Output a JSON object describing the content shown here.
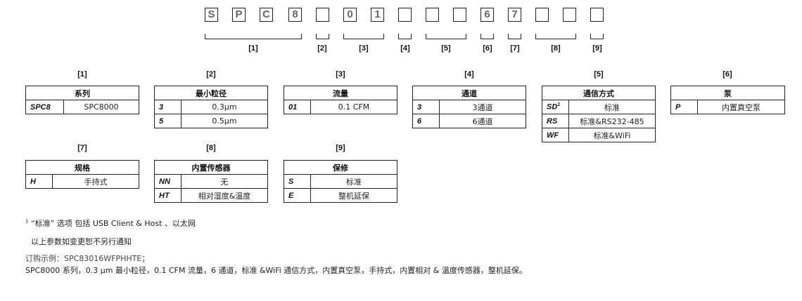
{
  "code_boxes": [
    "S",
    "P",
    "C",
    "8",
    "",
    "0",
    "1",
    "",
    "",
    "",
    "6",
    "7",
    "",
    "",
    ""
  ],
  "bracket_labels": [
    "[1]",
    "[2]",
    "[3]",
    "[4]",
    "[5]",
    "[6]",
    "[7]",
    "[8]",
    "[9]"
  ],
  "tables": [
    {
      "num": "[1]",
      "title": "系列",
      "rows": [
        {
          "code": "SPC8",
          "sup": "",
          "value": "SPC8000"
        }
      ]
    },
    {
      "num": "[2]",
      "title": "最小粒径",
      "rows": [
        {
          "code": "3",
          "sup": "",
          "value": "0.3μm"
        },
        {
          "code": "5",
          "sup": "",
          "value": "0.5μm"
        }
      ]
    },
    {
      "num": "[3]",
      "title": "流量",
      "rows": [
        {
          "code": "01",
          "sup": "",
          "value": "0.1 CFM"
        }
      ]
    },
    {
      "num": "[4]",
      "title": "通道",
      "rows": [
        {
          "code": "3",
          "sup": "",
          "value": "3通道"
        },
        {
          "code": "6",
          "sup": "",
          "value": "6通道"
        }
      ]
    },
    {
      "num": "[5]",
      "title": "通信方式",
      "rows": [
        {
          "code": "SD",
          "sup": "1",
          "value": "标准"
        },
        {
          "code": "RS",
          "sup": "",
          "value": "标准&RS232-485"
        },
        {
          "code": "WF",
          "sup": "",
          "value": "标准&WiFi"
        }
      ]
    },
    {
      "num": "[6]",
      "title": "泵",
      "rows": [
        {
          "code": "P",
          "sup": "",
          "value": "内置真空泵"
        }
      ]
    },
    {
      "num": "[7]",
      "title": "规格",
      "rows": [
        {
          "code": "H",
          "sup": "",
          "value": "手持式"
        }
      ]
    },
    {
      "num": "[8]",
      "title": "内置传感器",
      "rows": [
        {
          "code": "NN",
          "sup": "",
          "value": "无"
        },
        {
          "code": "HT",
          "sup": "",
          "value": "相对湿度&温度"
        }
      ]
    },
    {
      "num": "[9]",
      "title": "保修",
      "rows": [
        {
          "code": "S",
          "sup": "",
          "value": "标准"
        },
        {
          "code": "E",
          "sup": "",
          "value": "整机延保"
        }
      ]
    }
  ],
  "notes": {
    "footnote_mark": "1",
    "footnote": "“标准” 选项 包括 USB Client & Host 、以太网",
    "disclaimer": "以上参数如变更恕不另行通知",
    "example_label": "订购示例：SPC83016WFPHHTE；",
    "example_desc": "SPC8000 系列，0.3 μm 最小粒径，0.1 CFM 流量，6 通道，标准 &WiFi 通信方式，内置真空泵，手持式，内置相对 & 温度传感器，整机延保。"
  }
}
